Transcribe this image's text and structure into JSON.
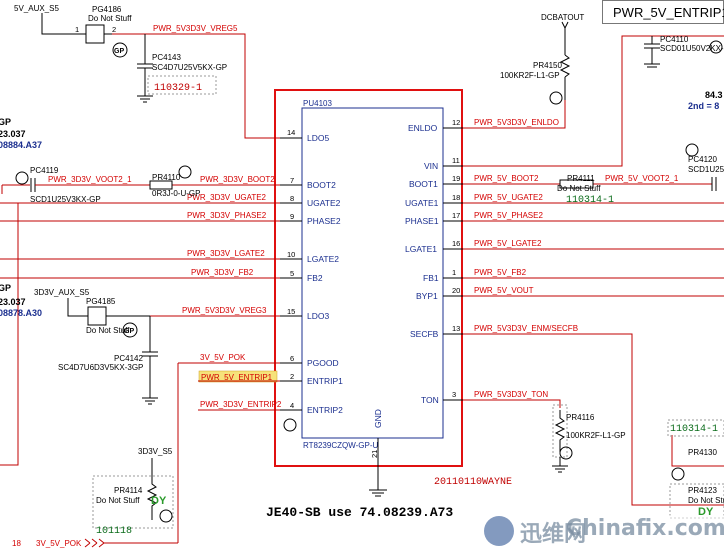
{
  "tooltip": "PWR_5V_ENTRIP1",
  "chip": {
    "ref": "PU4103",
    "part": "RT8239CZQW-GP-U",
    "gnd_pin": "GND",
    "gnd_num": "21"
  },
  "left_pins": [
    {
      "num": "14",
      "name": "LDO5",
      "net": "PWR_5V3D3V_VREG5"
    },
    {
      "num": "7",
      "name": "BOOT2",
      "net": "PWR_3D3V_BOOT2"
    },
    {
      "num": "8",
      "name": "UGATE2",
      "net": "PWR_3D3V_UGATE2"
    },
    {
      "num": "9",
      "name": "PHASE2",
      "net": "PWR_3D3V_PHASE2"
    },
    {
      "num": "10",
      "name": "LGATE2",
      "net": "PWR_3D3V_LGATE2"
    },
    {
      "num": "5",
      "name": "FB2",
      "net": "PWR_3D3V_FB2"
    },
    {
      "num": "15",
      "name": "LDO3",
      "net": "PWR_5V3D3V_VREG3"
    },
    {
      "num": "6",
      "name": "PGOOD",
      "net": "3V_5V_POK"
    },
    {
      "num": "2",
      "name": "ENTRIP1",
      "net": "PWR_5V_ENTRIP1"
    },
    {
      "num": "4",
      "name": "ENTRIP2",
      "net": "PWR_3D3V_ENTRIP2"
    }
  ],
  "right_pins": [
    {
      "num": "12",
      "name": "ENLDO",
      "net": "PWR_5V3D3V_ENLDO"
    },
    {
      "num": "11",
      "name": "VIN",
      "net": ""
    },
    {
      "num": "19",
      "name": "BOOT1",
      "net": "PWR_5V_BOOT2"
    },
    {
      "num": "18",
      "name": "UGATE1",
      "net": "PWR_5V_UGATE2"
    },
    {
      "num": "17",
      "name": "PHASE1",
      "net": "PWR_5V_PHASE2"
    },
    {
      "num": "16",
      "name": "LGATE1",
      "net": "PWR_5V_LGATE2"
    },
    {
      "num": "1",
      "name": "FB1",
      "net": "PWR_5V_FB2"
    },
    {
      "num": "20",
      "name": "BYP1",
      "net": "PWR_5V_VOUT"
    },
    {
      "num": "13",
      "name": "SECFB",
      "net": "PWR_5V3D3V_ENM/SECFB"
    },
    {
      "num": "3",
      "name": "TON",
      "net": "PWR_5V3D3V_TON"
    }
  ],
  "components": {
    "pg4186": {
      "ref": "PG4186",
      "note": "Do Not Stuff",
      "net": "5V_AUX_S5",
      "p1": "1",
      "p2": "2"
    },
    "pc4143": {
      "ref": "PC4143",
      "value": "SC4D7U25V5KX-GP",
      "date": "110329-1"
    },
    "pr4150": {
      "ref": "PR4150",
      "value": "100KR2F-L1-GP",
      "net": "DCBATOUT"
    },
    "pc4110": {
      "ref": "PC4110",
      "value": "SCD01U50V2KX-"
    },
    "pc4119": {
      "ref": "PC4119",
      "value": "SCD1U25V3KX-GP"
    },
    "pr4110": {
      "ref": "PR4110",
      "value": "0R3J-0-U-GP"
    },
    "pr4111": {
      "ref": "PR4111",
      "note": "Do Not Stuff",
      "date": "110314-1"
    },
    "pc4120": {
      "ref": "PC4120",
      "value": "SCD1U25",
      "net": "PWR_5V_VOOT2_1"
    },
    "pg4185": {
      "ref": "PG4185",
      "note": "Do Not Stuff",
      "net": "3D3V_AUX_S5"
    },
    "pc4142": {
      "ref": "PC4142",
      "value": "SC4D7U6D3V5KX-3GP"
    },
    "pr4116": {
      "ref": "PR4116",
      "value": "100KR2F-L1-GP"
    },
    "pr4114": {
      "ref": "PR4114",
      "note": "Do Not Stuff",
      "dy": "DY",
      "date": "101118",
      "net": "3D3V_S5"
    },
    "pr4130": {
      "ref": "PR4130",
      "date": "110314-1"
    },
    "pr4123": {
      "ref": "PR4123",
      "note": "Do Not Stuff",
      "dy": "DY"
    }
  },
  "nets": {
    "voot_left": "PWR_3D3V_VOOT2_1",
    "pok_bottom": "3V_5V_POK",
    "page_ref": "18"
  },
  "side_left": {
    "a": "GP",
    "b": "23.037",
    "c": "08884.A37",
    "d": "GP",
    "e": "23.037",
    "f": "08878.A30"
  },
  "side_right": {
    "a": "84.3",
    "b": "2nd = 8"
  },
  "gp_mark": "GP",
  "stamp": "20110110WAYNE",
  "caption": "JE40-SB use 74.08239.A73",
  "watermark": {
    "cn": "迅维网",
    "en": "Chinafix.com"
  }
}
